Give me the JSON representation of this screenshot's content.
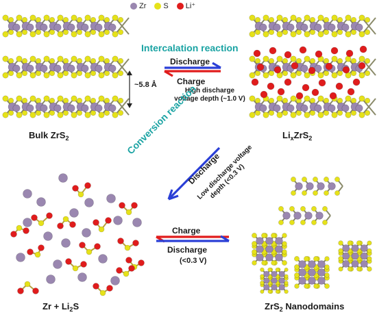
{
  "legend": {
    "items": [
      {
        "symbol": "Zr",
        "color": "#9a87b0"
      },
      {
        "symbol": "S",
        "color": "#e6e21a"
      },
      {
        "symbol": "Li⁺",
        "color": "#e01c1c"
      }
    ]
  },
  "reactions": {
    "intercalation_title": "Intercalation reaction",
    "intercalation_discharge": "Discharge",
    "intercalation_charge": "Charge",
    "intercalation_note_line1": "High discharge",
    "intercalation_note_line2": "voltage depth (~1.0 V)",
    "conversion_title": "Conversion reaction",
    "conversion_discharge": "Discharge",
    "conversion_note_line1": "Low discharge voltage",
    "conversion_note_line2": "depth (<0.3 V)",
    "bottom_charge": "Charge",
    "bottom_discharge": "Discharge",
    "bottom_note": "(<0.3 V)"
  },
  "labels": {
    "spacing": "~5.8 Å",
    "bulk_main": "Bulk ZrS",
    "bulk_sub": "2",
    "lix_pre": "Li",
    "lix_sub1": "x",
    "lix_mid": "ZrS",
    "lix_sub2": "2",
    "zr_pre": "Zr + Li",
    "zr_sub": "2",
    "zr_post": "S",
    "nano_pre": "ZrS",
    "nano_sub": "2",
    "nano_post": " Nanodomains"
  },
  "colors": {
    "zr": "#9a87b0",
    "s": "#e6e21a",
    "li": "#e01c1c",
    "teal": "#1aa3a3",
    "blue": "#2a3fd6",
    "red": "#e01c1c"
  }
}
